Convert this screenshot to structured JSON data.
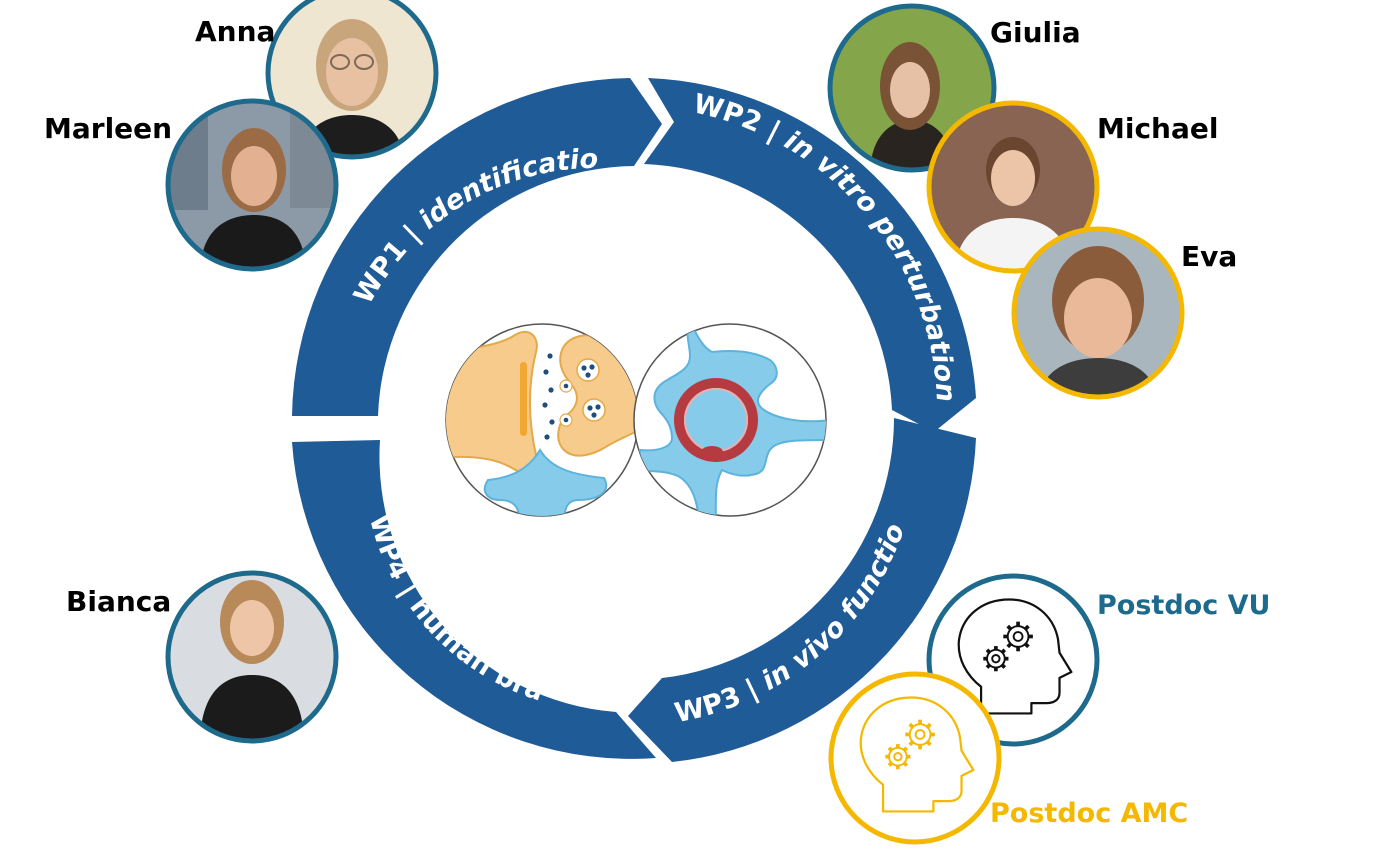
{
  "colors": {
    "ring_blue": "#1f5b97",
    "border_blue": "#1e6a8c",
    "border_gold": "#f5b800",
    "synapse_orange": "#f6cb8c",
    "astro_blue": "#86cbea",
    "vessel_red": "#b53b41",
    "vesicle_dot": "#1f4e79"
  },
  "work_packages": [
    {
      "number": "WP1",
      "separator": "|",
      "title": "identification"
    },
    {
      "number": "WP2",
      "separator": "|",
      "title": "in vitro perturbation"
    },
    {
      "number": "WP3",
      "separator": "|",
      "title": "in vivo function"
    },
    {
      "number": "WP4",
      "separator": "|",
      "title": "human brain"
    }
  ],
  "people": [
    {
      "name": "Anna",
      "border": "blue"
    },
    {
      "name": "Marleen",
      "border": "blue"
    },
    {
      "name": "Giulia",
      "border": "blue"
    },
    {
      "name": "Michael",
      "border": "gold"
    },
    {
      "name": "Eva",
      "border": "gold"
    },
    {
      "name": "Bianca",
      "border": "blue"
    }
  ],
  "postdocs": [
    {
      "label": "Postdoc VU",
      "icon": "head-gears-icon",
      "border": "blue"
    },
    {
      "label": "Postdoc AMC",
      "icon": "head-gears-icon",
      "border": "gold"
    }
  ],
  "center_icons": [
    "synapse-icon",
    "blood-vessel-astrocyte-icon"
  ]
}
